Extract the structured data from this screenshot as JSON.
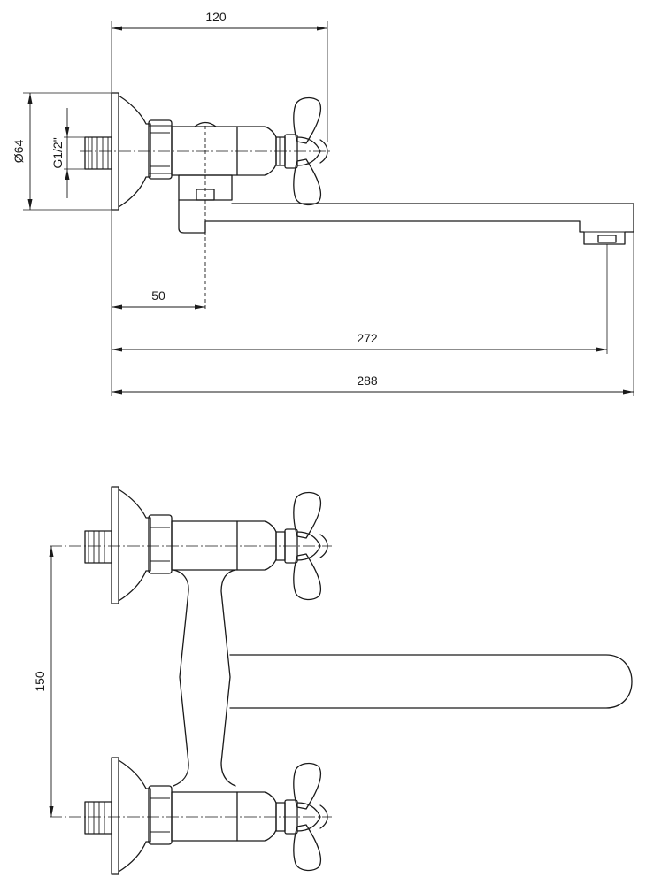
{
  "dimensions": {
    "width_120": "120",
    "diameter_64": "Ø64",
    "thread": "G1/2\"",
    "spout_offset_50": "50",
    "outlet_272": "272",
    "overall_288": "288",
    "spacing_150": "150"
  }
}
